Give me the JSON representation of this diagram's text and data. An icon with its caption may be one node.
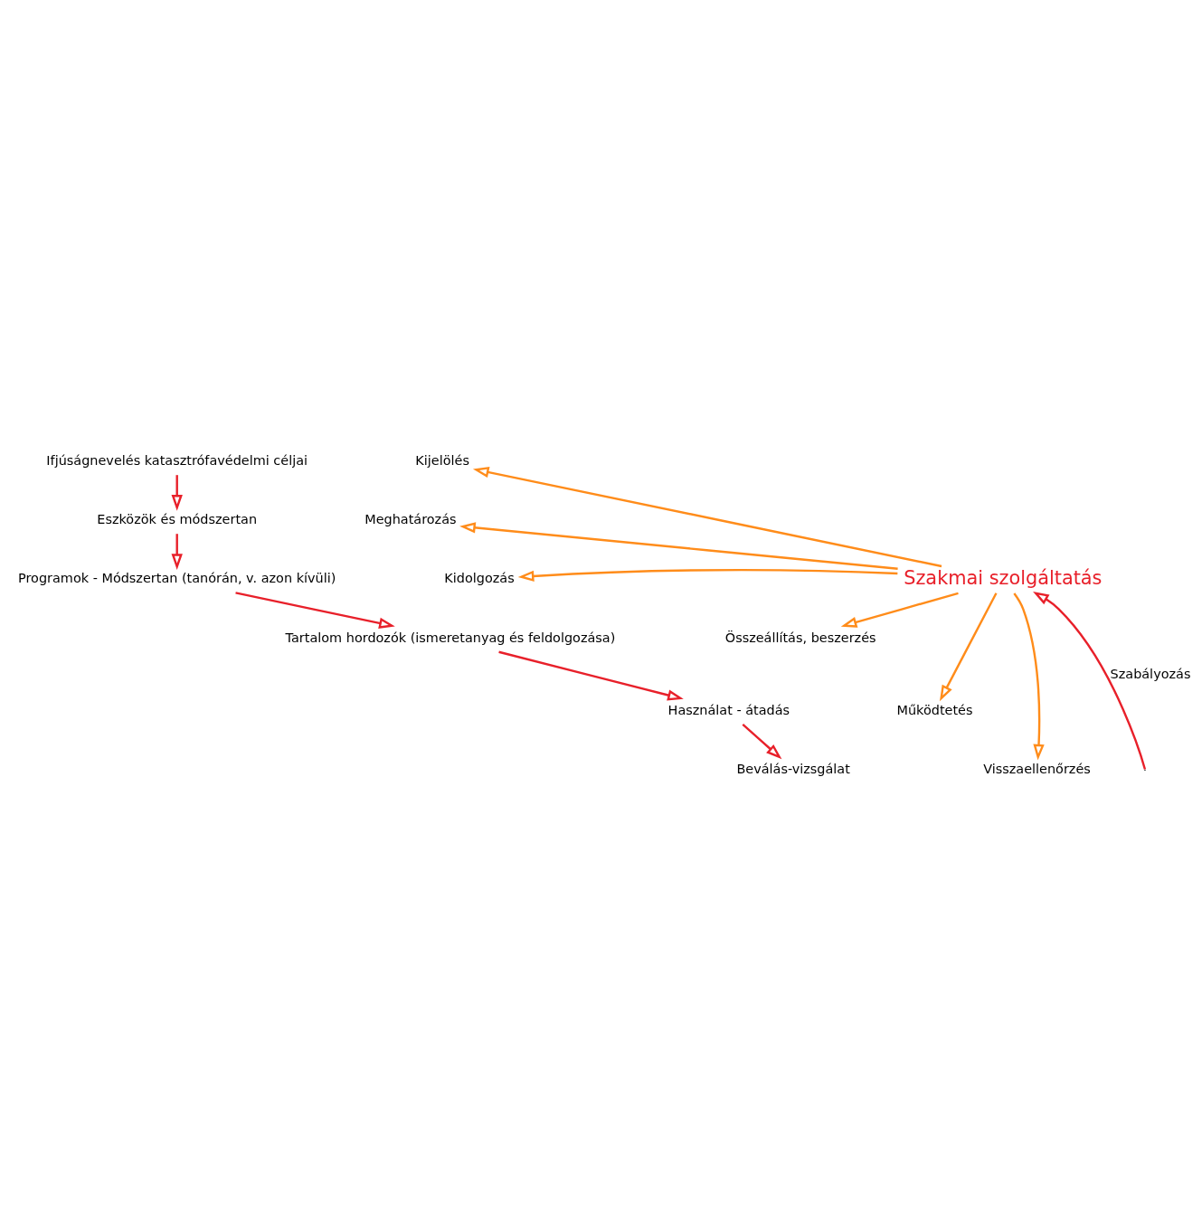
{
  "diagram": {
    "nodes": [
      {
        "text": [
          "Ifjúságnevelés katasztrófavédelmi céljai"
        ]
      },
      {
        "text": [
          "Eszközök és módszertan"
        ]
      },
      {
        "text": [
          "Programok - Módszertan (tanórán, v. azon kívüli)"
        ]
      },
      {
        "text": [
          "Tartalom hordozók (ismeretanyag és feldolgozása)"
        ]
      },
      {
        "text": [
          "Használat - átadás"
        ]
      },
      {
        "text": [
          "Beválás-vizsgálat"
        ]
      },
      {
        "text": [
          "Kijelölés"
        ]
      },
      {
        "text": [
          "Meghatározás"
        ]
      },
      {
        "text": [
          "Kidolgozás"
        ]
      },
      {
        "text": [
          "Összeállítás, beszerzés"
        ]
      },
      {
        "text": [
          "Működtetés"
        ]
      },
      {
        "text": [
          "Visszaellenőrzés"
        ]
      },
      {
        "text": [
          "Szakmai szolgáltatás"
        ]
      }
    ],
    "edges": [
      {
        "from": 0,
        "to": 1,
        "arrow": "to",
        "color": "#e8202a"
      },
      {
        "from": 1,
        "to": 2,
        "arrow": "to",
        "color": "#e8202a"
      },
      {
        "from": 2,
        "to": 3,
        "arrow": "to",
        "color": "#e8202a"
      },
      {
        "from": 3,
        "to": 4,
        "arrow": "to",
        "color": "#e8202a"
      },
      {
        "from": 4,
        "to": 5,
        "arrow": "to",
        "color": "#e8202a"
      },
      {
        "from": 12,
        "to": 6,
        "arrow": "to",
        "color": "#ff8c1a"
      },
      {
        "from": 12,
        "to": 7,
        "arrow": "to",
        "color": "#ff8c1a"
      },
      {
        "from": 12,
        "to": 8,
        "arrow": "to",
        "color": "#ff8c1a"
      },
      {
        "from": 12,
        "to": 9,
        "arrow": "to",
        "color": "#ff8c1a"
      },
      {
        "from": 12,
        "to": 10,
        "arrow": "to",
        "color": "#ff8c1a"
      },
      {
        "from": 12,
        "to": 11,
        "arrow": "to",
        "color": "#ff8c1a"
      },
      {
        "from": null,
        "to": 12,
        "arrow": "to",
        "label": "Szabályozás",
        "color": "#e8202a"
      }
    ]
  }
}
